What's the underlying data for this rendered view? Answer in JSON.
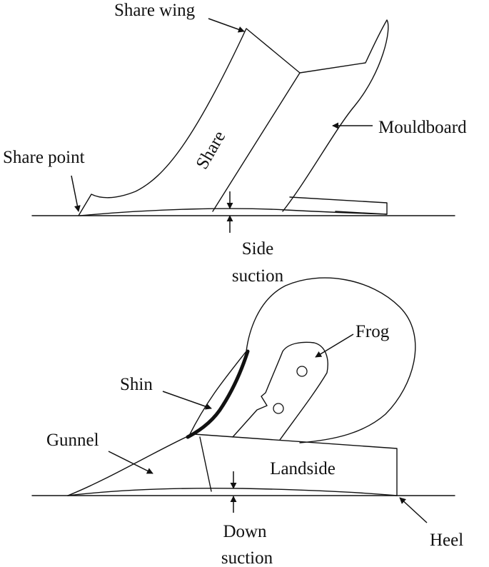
{
  "side_view": {
    "labels": {
      "share_wing": "Share wing",
      "share": "Share",
      "mouldboard": "Mouldboard",
      "share_point": "Share point",
      "side_suction_line1": "Side",
      "side_suction_line2": "suction"
    }
  },
  "bottom_view": {
    "labels": {
      "frog": "Frog",
      "shin": "Shin",
      "gunnel": "Gunnel",
      "landside": "Landside",
      "down_suction_line1": "Down",
      "down_suction_line2": "suction",
      "heel": "Heel"
    }
  },
  "colors": {
    "ink": "#111111",
    "background": "#ffffff"
  }
}
